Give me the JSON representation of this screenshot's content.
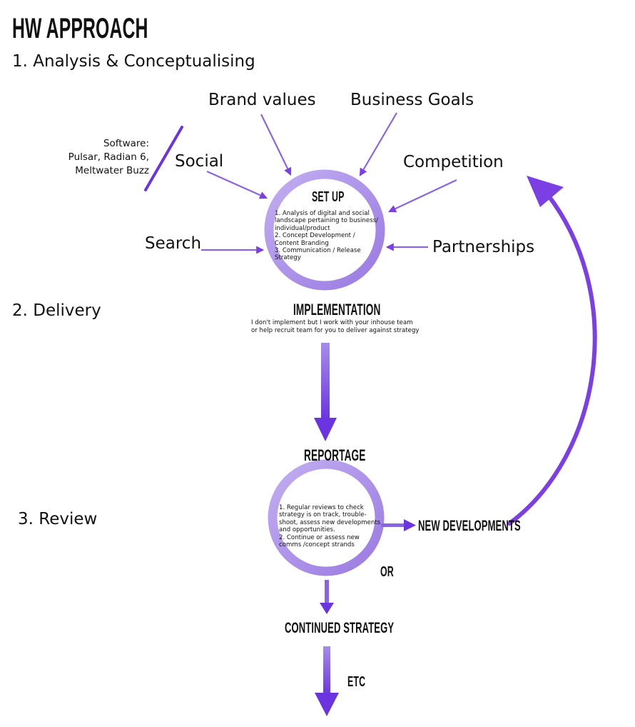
{
  "title": "HW APPROACH",
  "sections": {
    "analysis": "1. Analysis & Conceptualising",
    "delivery": "2. Delivery",
    "review": "3. Review"
  },
  "inputs": {
    "brand_values": "Brand values",
    "business_goals": "Business Goals",
    "social": "Social",
    "competition": "Competition",
    "search": "Search",
    "partnerships": "Partnerships"
  },
  "software": {
    "line1": "Software:",
    "line2": "Pulsar, Radian 6,",
    "line3": "Meltwater Buzz"
  },
  "setup": {
    "title": "SET UP",
    "item1": "1. Analysis of digital and social landscape pertaining to business/ individual/product",
    "item2": "2. Concept Development / Content Branding",
    "item3": "3. Communication / Release Strategy"
  },
  "implementation": {
    "title": "IMPLEMENTATION",
    "line1": "I don't implement but I work with your inhouse team",
    "line2": "or help recruit team for you to deliver against strategy"
  },
  "reportage": {
    "title": "REPORTAGE",
    "item1": "1. Regular reviews to check strategy is on track, trouble-shoot, assess new developments and opportunities.",
    "item2": "2. Continue or assess new comms /concept strands"
  },
  "new_developments": "NEW DEVELOPMENTS",
  "or_label": "OR",
  "continued_strategy": "CONTINUED STRATEGY",
  "etc_label": "ETC",
  "colors": {
    "accent": "#7b3fe4",
    "circle": "#a98de6",
    "arrow_gradient_top": "#9b7be8",
    "arrow_gradient_bottom": "#6a35e0"
  }
}
